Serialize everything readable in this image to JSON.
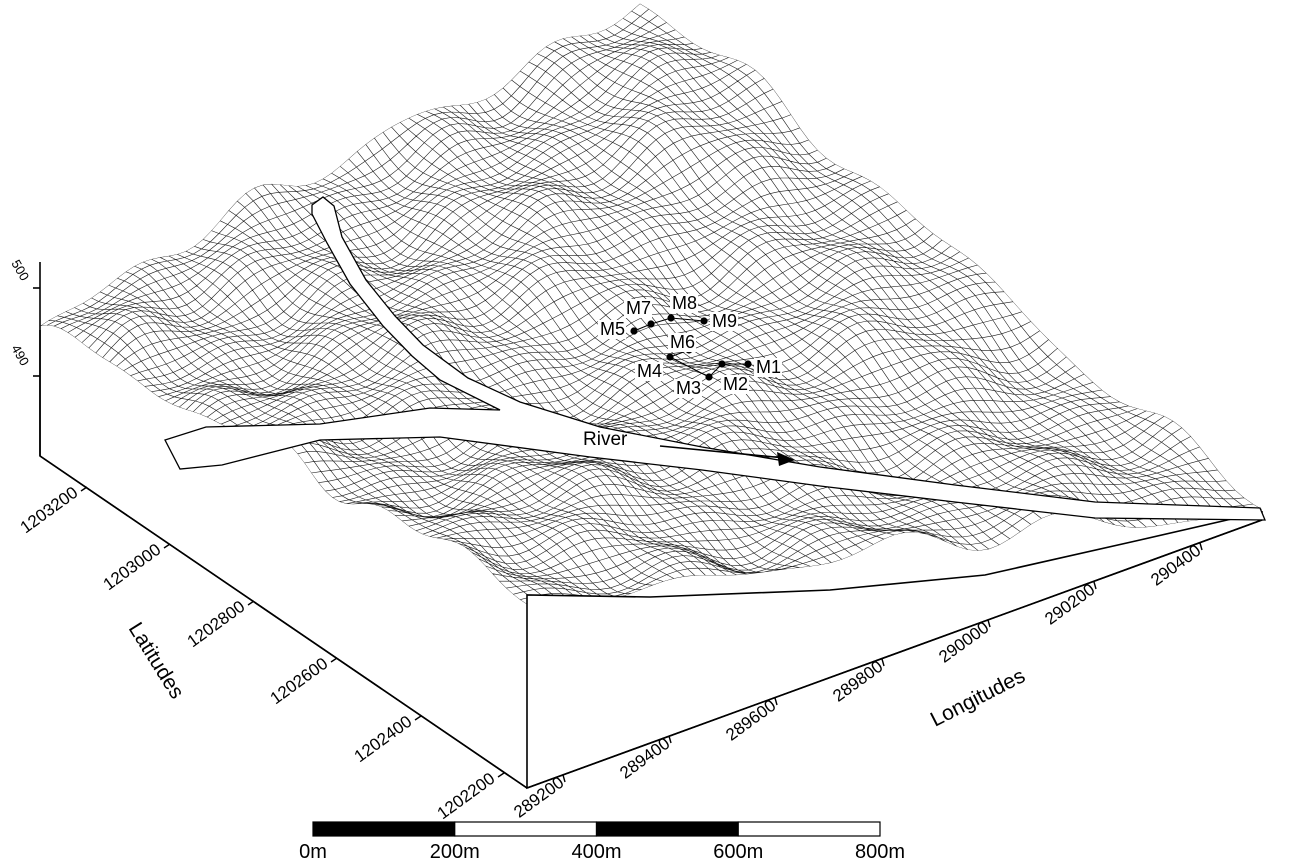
{
  "map": {
    "elevation_ticks": [
      "500",
      "490"
    ],
    "latitude_ticks": [
      "1203200",
      "1203000",
      "1202800",
      "1202600",
      "1202400",
      "1202200"
    ],
    "longitude_ticks": [
      "289200",
      "289400",
      "289600",
      "289800",
      "290000",
      "290200",
      "290400"
    ],
    "latitude_title": "Latitudes",
    "longitude_title": "Longitudes",
    "river_label": "River",
    "stations": [
      "M1",
      "M2",
      "M3",
      "M4",
      "M5",
      "M6",
      "M7",
      "M8",
      "M9"
    ],
    "scale_bar": {
      "labels": [
        "0m",
        "200m",
        "400m",
        "600m",
        "800m"
      ],
      "segment_colors": [
        "#000000",
        "#ffffff",
        "#000000",
        "#ffffff"
      ]
    },
    "colors": {
      "mesh": "#1a1a1a",
      "river": "#ffffff",
      "background": "#ffffff"
    }
  }
}
